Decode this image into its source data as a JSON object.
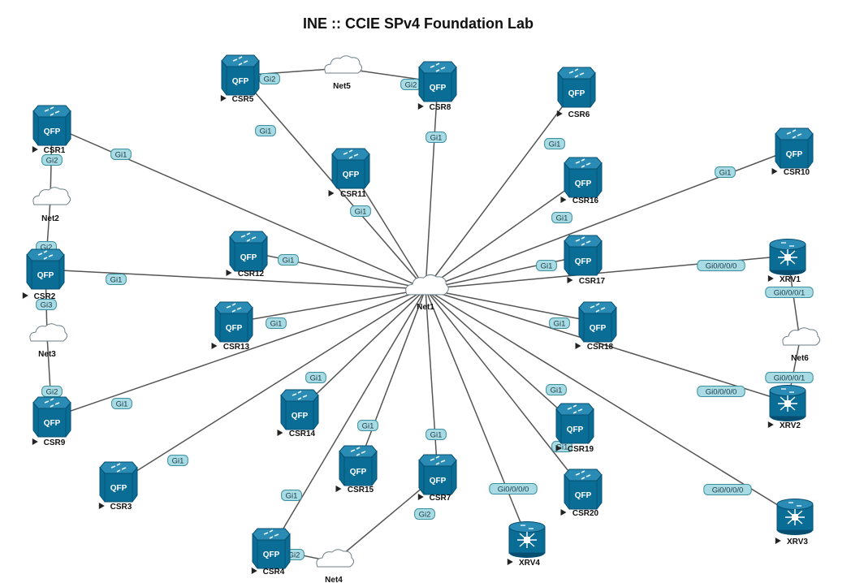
{
  "title": "INE :: CCIE SPv4 Foundation Lab",
  "colors": {
    "device": "#0a6d96",
    "device_dark": "#064f70",
    "link": "#555555",
    "port_bg": "#a8dbe4",
    "port_border": "#3b8fa0",
    "cloud": "#ffffff"
  },
  "device_icon_label": "QFP",
  "nodes": [
    {
      "id": "CSR1",
      "label": "CSR1",
      "type": "router-qfp"
    },
    {
      "id": "CSR2",
      "label": "CSR2",
      "type": "router-qfp"
    },
    {
      "id": "CSR3",
      "label": "CSR3",
      "type": "router-qfp"
    },
    {
      "id": "CSR4",
      "label": "CSR4",
      "type": "router-qfp"
    },
    {
      "id": "CSR5",
      "label": "CSR5",
      "type": "router-qfp"
    },
    {
      "id": "CSR6",
      "label": "CSR6",
      "type": "router-qfp"
    },
    {
      "id": "CSR7",
      "label": "CSR7",
      "type": "router-qfp"
    },
    {
      "id": "CSR8",
      "label": "CSR8",
      "type": "router-qfp"
    },
    {
      "id": "CSR9",
      "label": "CSR9",
      "type": "router-qfp"
    },
    {
      "id": "CSR10",
      "label": "CSR10",
      "type": "router-qfp"
    },
    {
      "id": "CSR11",
      "label": "CSR11",
      "type": "router-qfp"
    },
    {
      "id": "CSR12",
      "label": "CSR12",
      "type": "router-qfp"
    },
    {
      "id": "CSR13",
      "label": "CSR13",
      "type": "router-qfp"
    },
    {
      "id": "CSR14",
      "label": "CSR14",
      "type": "router-qfp"
    },
    {
      "id": "CSR15",
      "label": "CSR15",
      "type": "router-qfp"
    },
    {
      "id": "CSR16",
      "label": "CSR16",
      "type": "router-qfp"
    },
    {
      "id": "CSR17",
      "label": "CSR17",
      "type": "router-qfp"
    },
    {
      "id": "CSR18",
      "label": "CSR18",
      "type": "router-qfp"
    },
    {
      "id": "CSR19",
      "label": "CSR19",
      "type": "router-qfp"
    },
    {
      "id": "CSR20",
      "label": "CSR20",
      "type": "router-qfp"
    },
    {
      "id": "XRV1",
      "label": "XRV1",
      "type": "router-xr"
    },
    {
      "id": "XRV2",
      "label": "XRV2",
      "type": "router-xr"
    },
    {
      "id": "XRV3",
      "label": "XRV3",
      "type": "router-xr"
    },
    {
      "id": "XRV4",
      "label": "XRV4",
      "type": "router-xr"
    },
    {
      "id": "Net1",
      "label": "Net1",
      "type": "cloud"
    },
    {
      "id": "Net2",
      "label": "Net2",
      "type": "cloud"
    },
    {
      "id": "Net3",
      "label": "Net3",
      "type": "cloud"
    },
    {
      "id": "Net4",
      "label": "Net4",
      "type": "cloud"
    },
    {
      "id": "Net5",
      "label": "Net5",
      "type": "cloud"
    },
    {
      "id": "Net6",
      "label": "Net6",
      "type": "cloud"
    }
  ],
  "links": [
    {
      "from": "CSR1",
      "to": "Net1",
      "port": "Gi1"
    },
    {
      "from": "CSR1",
      "to": "Net2",
      "port": "Gi2"
    },
    {
      "from": "CSR2",
      "to": "Net2",
      "port": "Gi2"
    },
    {
      "from": "CSR2",
      "to": "Net1",
      "port": "Gi1"
    },
    {
      "from": "CSR2",
      "to": "Net3",
      "port": "Gi3"
    },
    {
      "from": "CSR9",
      "to": "Net3",
      "port": "Gi2"
    },
    {
      "from": "CSR9",
      "to": "Net1",
      "port": "Gi1"
    },
    {
      "from": "CSR3",
      "to": "Net1",
      "port": "Gi1"
    },
    {
      "from": "CSR4",
      "to": "Net1",
      "port": "Gi1"
    },
    {
      "from": "CSR4",
      "to": "Net4",
      "port": "Gi2"
    },
    {
      "from": "CSR7",
      "to": "Net4",
      "port": "Gi2"
    },
    {
      "from": "CSR7",
      "to": "Net1",
      "port": "Gi1"
    },
    {
      "from": "CSR5",
      "to": "Net5",
      "port": "Gi2"
    },
    {
      "from": "CSR5",
      "to": "Net1",
      "port": "Gi1"
    },
    {
      "from": "CSR8",
      "to": "Net5",
      "port": "Gi2"
    },
    {
      "from": "CSR8",
      "to": "Net1",
      "port": "Gi1"
    },
    {
      "from": "CSR6",
      "to": "Net1",
      "port": "Gi1"
    },
    {
      "from": "CSR10",
      "to": "Net1",
      "port": "Gi1"
    },
    {
      "from": "CSR11",
      "to": "Net1",
      "port": "Gi1"
    },
    {
      "from": "CSR12",
      "to": "Net1",
      "port": "Gi1"
    },
    {
      "from": "CSR13",
      "to": "Net1",
      "port": "Gi1"
    },
    {
      "from": "CSR14",
      "to": "Net1",
      "port": "Gi1"
    },
    {
      "from": "CSR15",
      "to": "Net1",
      "port": "Gi1"
    },
    {
      "from": "CSR16",
      "to": "Net1",
      "port": "Gi1"
    },
    {
      "from": "CSR17",
      "to": "Net1",
      "port": "Gi1"
    },
    {
      "from": "CSR18",
      "to": "Net1",
      "port": "Gi1"
    },
    {
      "from": "CSR19",
      "to": "Net1",
      "port": "Gi1"
    },
    {
      "from": "CSR20",
      "to": "Net1",
      "port": "Gi1"
    },
    {
      "from": "XRV1",
      "to": "Net1",
      "port": "Gi0/0/0/0"
    },
    {
      "from": "XRV1",
      "to": "Net6",
      "port": "Gi0/0/0/1"
    },
    {
      "from": "XRV2",
      "to": "Net6",
      "port": "Gi0/0/0/1"
    },
    {
      "from": "XRV2",
      "to": "Net1",
      "port": "Gi0/0/0/0"
    },
    {
      "from": "XRV3",
      "to": "Net1",
      "port": "Gi0/0/0/0"
    },
    {
      "from": "XRV4",
      "to": "Net1",
      "port": "Gi0/0/0/0"
    }
  ]
}
